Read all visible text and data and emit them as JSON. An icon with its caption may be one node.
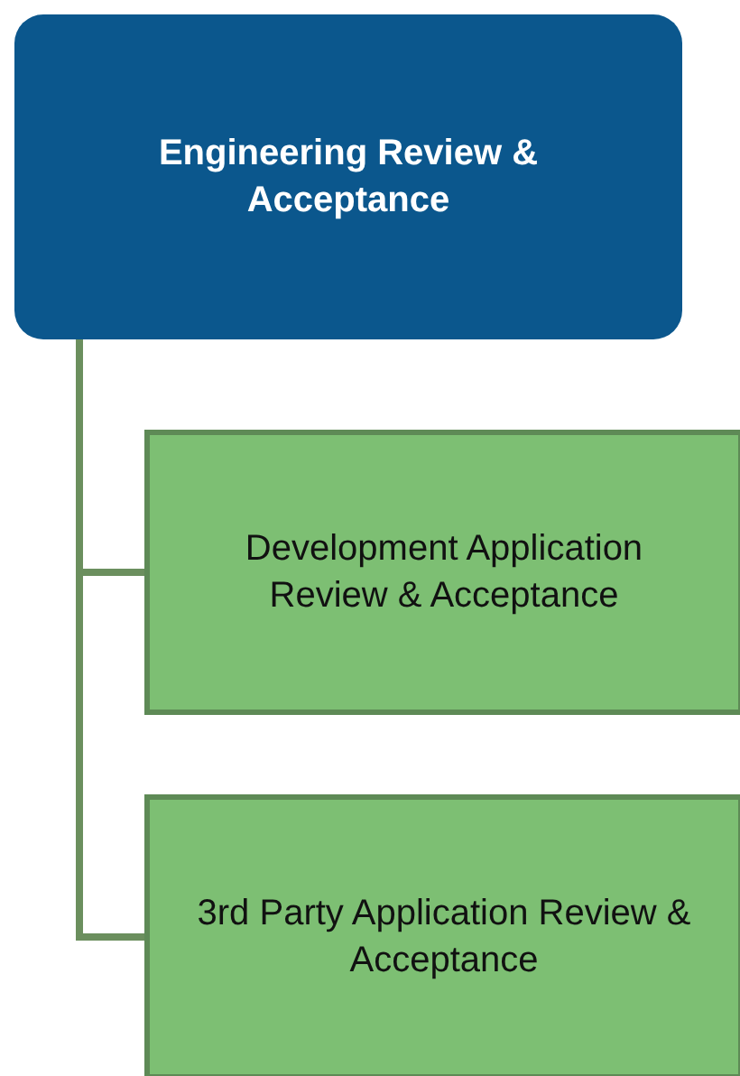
{
  "diagram": {
    "nodes": [
      {
        "text": [
          "Engineering Review & Acceptance"
        ]
      },
      {
        "text": [
          "Development Application Review & Acceptance"
        ]
      },
      {
        "text": [
          "3rd Party Application Review & Acceptance"
        ]
      }
    ],
    "edges": [
      {
        "from": 0,
        "to": 1,
        "arrow": "none"
      },
      {
        "from": 0,
        "to": 2,
        "arrow": "none"
      }
    ]
  }
}
